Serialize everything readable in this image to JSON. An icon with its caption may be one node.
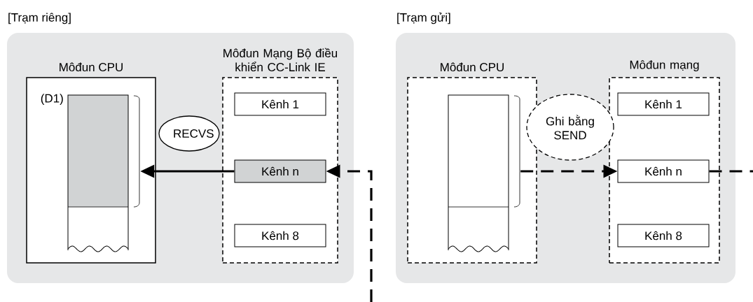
{
  "diagram": {
    "nodes": [
      {
        "text": [
          "[Trạm riêng]"
        ]
      },
      {
        "text": [
          "Môđun CPU"
        ],
        "in": 0
      },
      {
        "text": [],
        "shape": "box",
        "in": 1,
        "beside": [
          "(D1)"
        ]
      },
      {
        "text": [
          "Môđun Mạng Bộ điều khiển CC-Link IE"
        ],
        "in": 0
      },
      {
        "text": [
          "Kênh 1"
        ],
        "in": 3
      },
      {
        "text": [
          "Kênh n"
        ],
        "in": 3
      },
      {
        "text": [
          "Kênh 8"
        ],
        "in": 3
      },
      {
        "text": [
          "RECVS"
        ],
        "in": 0
      },
      {
        "text": [
          "[Trạm gửi]"
        ]
      },
      {
        "text": [
          "Môđun CPU"
        ],
        "in": 8
      },
      {
        "text": [],
        "shape": "box",
        "in": 9
      },
      {
        "text": [
          "Môđun mạng"
        ],
        "in": 8
      },
      {
        "text": [
          "Kênh 1"
        ],
        "in": 11
      },
      {
        "text": [
          "Kênh n"
        ],
        "in": 11
      },
      {
        "text": [
          "Kênh 8"
        ],
        "in": 11
      },
      {
        "text": [
          "Ghi bằng SEND"
        ],
        "in": 8
      }
    ],
    "edges": [
      {
        "from": 5,
        "to": 2,
        "arrow": "to"
      },
      {
        "from": 10,
        "to": 13,
        "arrow": "to",
        "style": "dashed"
      },
      {
        "from": null,
        "to": 5,
        "arrow": "to",
        "style": "dashed"
      },
      {
        "from": 13,
        "to": null,
        "arrow": "none",
        "style": "dashed"
      }
    ]
  }
}
